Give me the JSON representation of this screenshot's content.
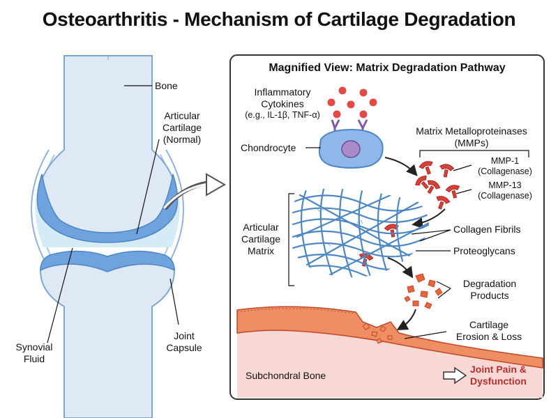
{
  "title": "Osteoarthritis - Mechanism of Cartilage Degradation",
  "joint_labels": {
    "bone": "Bone",
    "articular_cartilage": [
      "Articular",
      "Cartilage",
      "(Normal)"
    ],
    "synovial_fluid": [
      "Synovial",
      "Fluid"
    ],
    "joint_capsule": [
      "Joint",
      "Capsule"
    ]
  },
  "panel": {
    "title": "Magnified View: Matrix Degradation Pathway",
    "cytokines": [
      "Inflammatory",
      "Cytokines",
      "(e.g., IL-1β, TNF-α)"
    ],
    "chondrocyte": "Chondrocyte",
    "mmps": [
      "Matrix Metalloproteinases",
      "(MMPs)"
    ],
    "mmp1": [
      "MMP-1",
      "(Collagenase)"
    ],
    "mmp13": [
      "MMP-13",
      "(Collagenase)"
    ],
    "matrix": [
      "Articular",
      "Cartilage",
      "Matrix"
    ],
    "collagen_fibrils": "Collagen Fibrils",
    "proteoglycans": "Proteoglycans",
    "degradation_products": [
      "Degradation",
      "Products"
    ],
    "erosion": [
      "Cartilage",
      "Erosion & Loss"
    ],
    "subchondral_bone": "Subchondral Bone",
    "outcome": [
      "Joint Pain &",
      "Dysfunction"
    ]
  },
  "colors": {
    "bone_fill": "#dfe9f5",
    "cartilage": "#6fa3de",
    "synovial": "#cfe6f3",
    "cytokine": "#e14a46",
    "chondrocyte": "#8fb7ea",
    "nucleus": "#a98acb",
    "fiber": "#4d86c5",
    "mmp": "#d9403a",
    "bone_top": "#f08e63",
    "bone_lower": "#f8d8d4",
    "outcome_text": "#b5302e"
  }
}
